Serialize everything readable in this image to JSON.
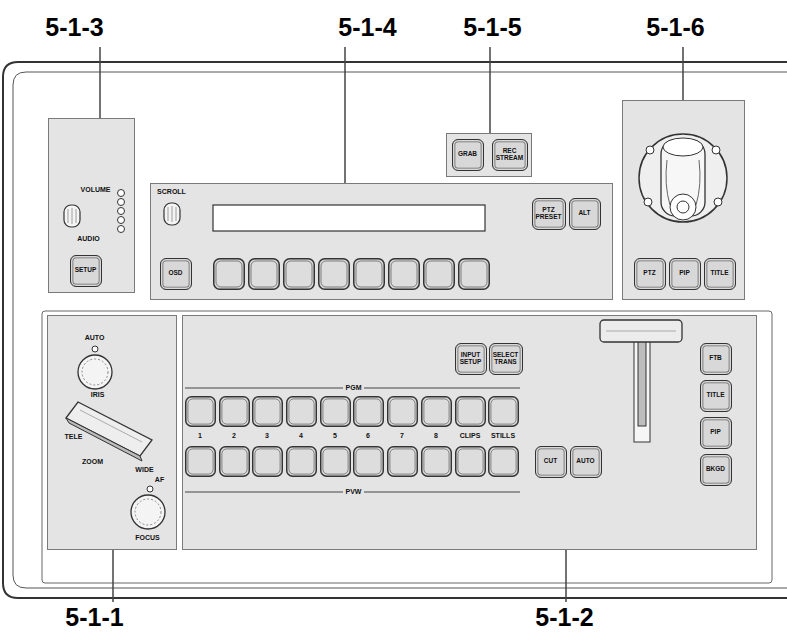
{
  "diagram": {
    "nodes": [
      {
        "text": [
          "5-1-3",
          "VOLUME",
          "AUDIO"
        ]
      },
      {
        "text": [
          "SETUP"
        ],
        "in": 0
      },
      {
        "text": [
          "5-1-4",
          "SCROLL"
        ]
      },
      {
        "text": [
          "PTZ PRESET"
        ],
        "in": 2
      },
      {
        "text": [
          "ALT"
        ],
        "in": 2
      },
      {
        "text": [
          "OSD"
        ],
        "in": 2
      },
      {
        "text": [
          "5-1-5"
        ]
      },
      {
        "text": [
          "GRAB"
        ],
        "in": 6
      },
      {
        "text": [
          "REC STREAM"
        ],
        "in": 6
      },
      {
        "text": [
          "5-1-6"
        ]
      },
      {
        "text": [
          "PTZ"
        ],
        "in": 9
      },
      {
        "text": [
          "PIP"
        ],
        "in": 9
      },
      {
        "text": [
          "TITLE"
        ],
        "in": 9
      },
      {
        "text": [
          "5-1-1",
          "AUTO",
          "IRIS",
          "TELE",
          "ZOOM",
          "WIDE",
          "AF",
          "FOCUS"
        ]
      },
      {
        "text": [
          "5-1-2",
          "PGM",
          "1",
          "2",
          "3",
          "4",
          "5",
          "6",
          "7",
          "8",
          "CLIPS",
          "STILLS",
          "PVW"
        ]
      },
      {
        "text": [
          "INPUT SETUP"
        ],
        "in": 14
      },
      {
        "text": [
          "SELECT TRANS"
        ],
        "in": 14
      },
      {
        "text": [
          "FTB"
        ],
        "in": 14
      },
      {
        "text": [
          "TITLE"
        ],
        "in": 14
      },
      {
        "text": [
          "PIP"
        ],
        "in": 14
      },
      {
        "text": [
          "CUT"
        ],
        "in": 14
      },
      {
        "text": [
          "AUTO"
        ],
        "in": 14
      },
      {
        "text": [
          "BKGD"
        ],
        "in": 14
      }
    ]
  }
}
